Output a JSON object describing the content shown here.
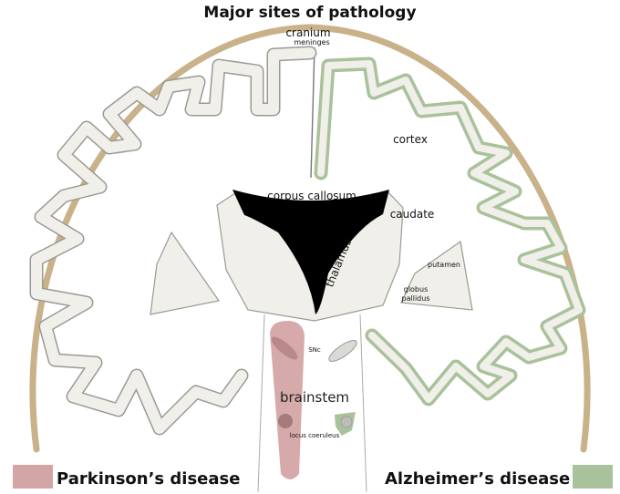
{
  "title": "Major sites of pathology",
  "labels": {
    "cranium": "cranium",
    "meninges": "meninges",
    "cortex": "cortex",
    "corpus_callosum": "corpus callosum",
    "caudate": "caudate",
    "thalamus": "thalamus",
    "putamen": "putamen",
    "globus_pallidus_line1": "globus",
    "globus_pallidus_line2": "pallidus",
    "snc": "SNc",
    "brainstem": "brainstem",
    "locus_coeruleus": "locus coeruleus"
  },
  "legend": [
    {
      "label": "Parkinson’s disease",
      "color": "#d4a5a5"
    },
    {
      "label": "Alzheimer’s disease",
      "color": "#a9c29b"
    }
  ],
  "colors": {
    "cranium": "#c9b18a",
    "tissue": "#f0efe9",
    "tissue_stroke": "#9a9a93",
    "alzheimer": "#a9c29b",
    "parkinson": "#d4a5a5",
    "ventricle": "#000000"
  }
}
